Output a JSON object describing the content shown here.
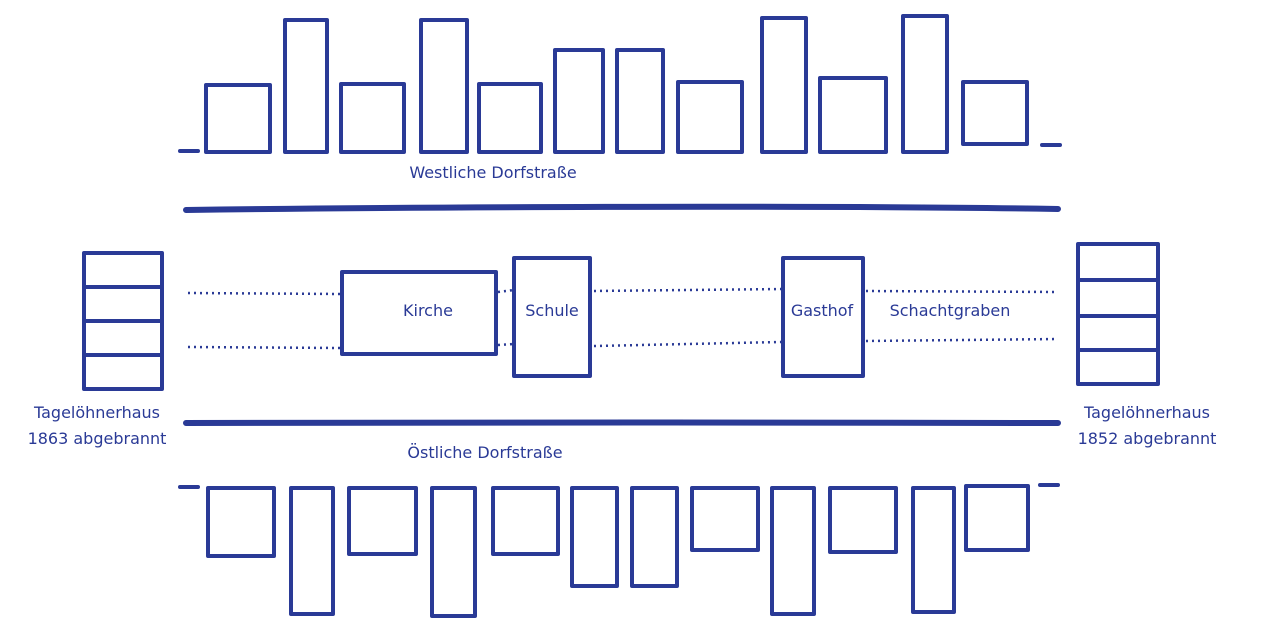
{
  "colors": {
    "ink": "#2a3a96",
    "background": "#ffffff"
  },
  "labels": {
    "west_street": "Westliche Dorfstraße",
    "east_street": "Östliche Dorfstraße",
    "church": "Kirche",
    "school": "Schule",
    "inn": "Gasthof",
    "ditch": "Schachtgraben",
    "left_house_line1": "Tagelöhnerhaus",
    "left_house_line2": "1863 abgebrannt",
    "right_house_line1": "Tagelöhnerhaus",
    "right_house_line2": "1852 abgebrannt"
  }
}
